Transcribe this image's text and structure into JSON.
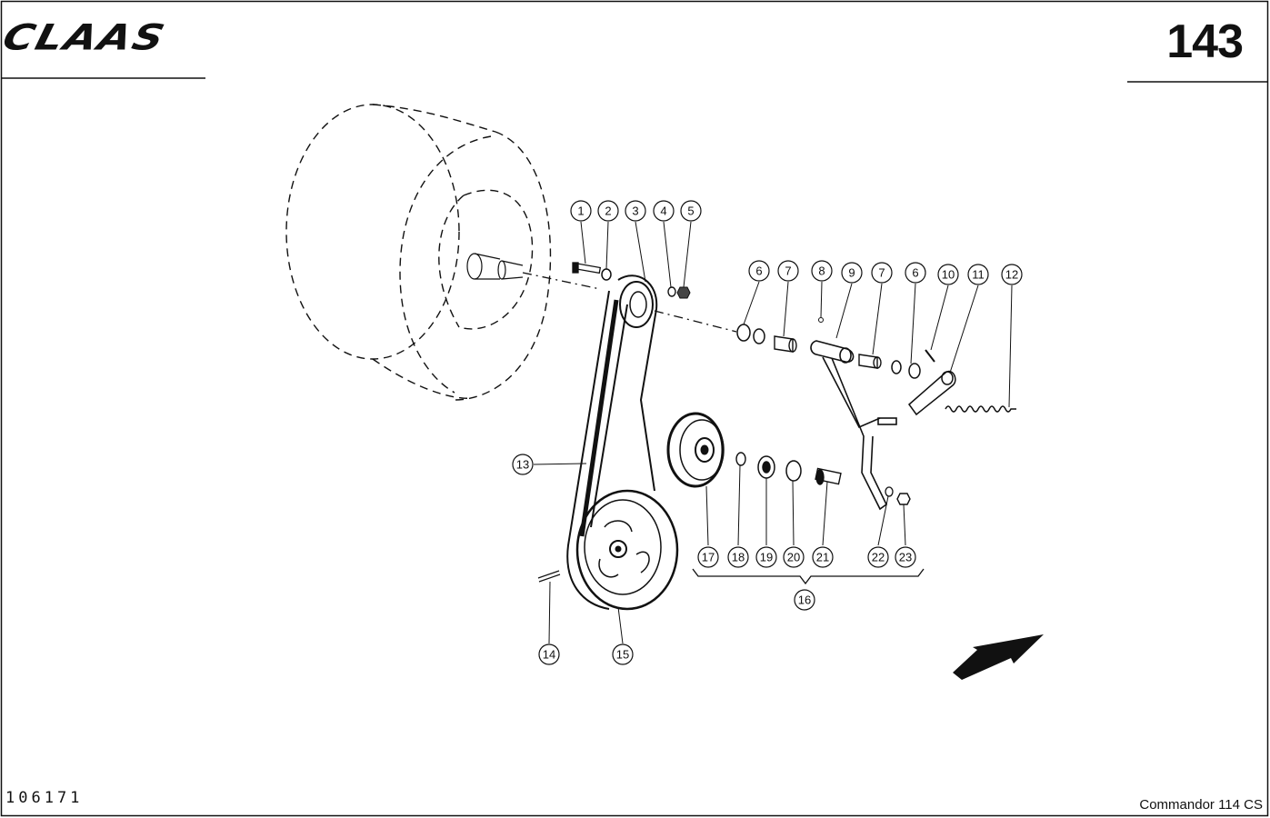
{
  "header": {
    "brand": "CLAAS",
    "page_number": "143"
  },
  "footer": {
    "document_number": "106171",
    "model": "Commandor 114 CS"
  },
  "callouts": [
    "1",
    "2",
    "3",
    "4",
    "5",
    "6",
    "7",
    "8",
    "9",
    "7",
    "6",
    "10",
    "11",
    "12",
    "13",
    "14",
    "15",
    "16",
    "17",
    "18",
    "19",
    "20",
    "21",
    "22",
    "23"
  ]
}
